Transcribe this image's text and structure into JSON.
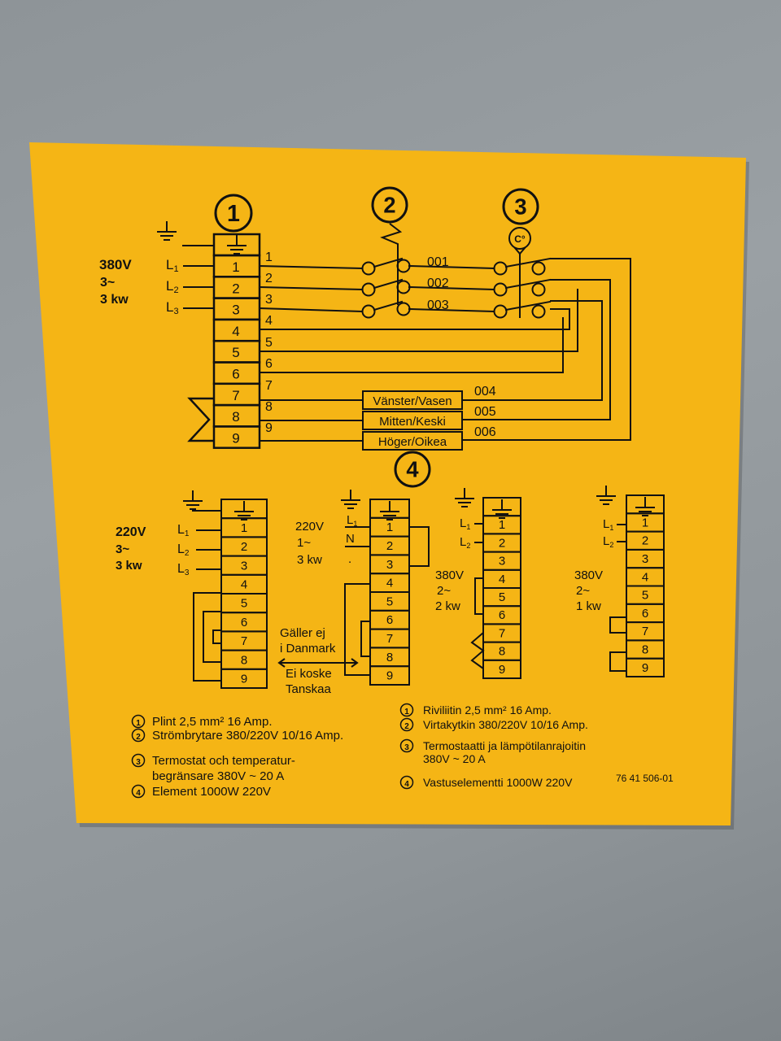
{
  "label": {
    "background_color": "#f5b515",
    "ink_color": "#111111",
    "markers": [
      "1",
      "2",
      "3",
      "4"
    ],
    "thermostat_symbol": "C°",
    "top_supply": [
      "380V",
      "3~",
      "3 kw"
    ],
    "phase_labels": [
      "L1",
      "L2",
      "L3"
    ],
    "top_terminals": [
      "1",
      "2",
      "3",
      "4",
      "5",
      "6",
      "7",
      "8",
      "9"
    ],
    "top_wire_numbers": [
      "1",
      "2",
      "3",
      "4",
      "5",
      "6",
      "7",
      "8",
      "9"
    ],
    "switch_outputs": [
      "001",
      "002",
      "003"
    ],
    "element_boxes": [
      "Vänster/Vasen",
      "Mitten/Keski",
      "Höger/Oikea"
    ],
    "element_wire_numbers": [
      "004",
      "005",
      "006"
    ],
    "variant_a": {
      "supply": [
        "220V",
        "3~",
        "3 kw"
      ],
      "phases": [
        "L1",
        "L2",
        "L3"
      ]
    },
    "variant_b": {
      "supply": [
        "220V",
        "1~",
        "3 kw"
      ],
      "phases": [
        "L1",
        "N",
        "."
      ]
    },
    "variant_c": {
      "supply": [
        "380V",
        "2~",
        "2 kw"
      ],
      "phases": [
        "L1",
        "L2"
      ]
    },
    "variant_d": {
      "supply": [
        "380V",
        "2~",
        "1 kw"
      ],
      "phases": [
        "L1",
        "L2"
      ]
    },
    "note_sv": [
      "Gäller ej",
      "i Danmark"
    ],
    "note_fi": [
      "Ei koske",
      "Tanskaa"
    ],
    "legend_left": [
      {
        "num": "1",
        "lines": [
          "Plint 2,5 mm² 16 Amp."
        ]
      },
      {
        "num": "2",
        "lines": [
          "Strömbrytare 380/220V 10/16 Amp."
        ]
      },
      {
        "num": "3",
        "lines": [
          "Termostat och temperatur-",
          "begränsare 380V ~ 20 A"
        ]
      },
      {
        "num": "4",
        "lines": [
          "Element 1000W 220V"
        ]
      }
    ],
    "legend_right": [
      {
        "num": "1",
        "lines": [
          "Riviliitin 2,5 mm² 16 Amp."
        ]
      },
      {
        "num": "2",
        "lines": [
          "Virtakytkin 380/220V 10/16 Amp."
        ]
      },
      {
        "num": "3",
        "lines": [
          "Termostaatti ja lämpötilanrajoitin",
          "380V ~ 20 A"
        ]
      },
      {
        "num": "4",
        "lines": [
          "Vastuselementti 1000W 220V"
        ]
      }
    ],
    "part_number": "76 41 506-01"
  }
}
